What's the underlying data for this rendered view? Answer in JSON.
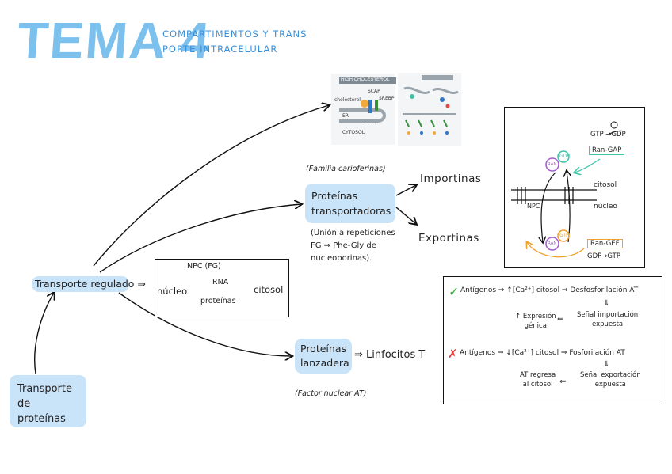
{
  "title": {
    "main": "TEMA 4",
    "subtitle": [
      "COMPARTIMENTOS Y TRANS",
      "PORTE INTRACELULAR"
    ]
  },
  "transporte_proteinas": "Transporte de\nproteínas",
  "transporte_regulado": "Transporte regulado ⇒",
  "npc_box": {
    "npc": "NPC (FG)",
    "nucleo": "núcleo",
    "rna": "RNA",
    "proteinas": "proteínas",
    "citosol": "citosol"
  },
  "familia": "(Familia carioferinas)",
  "proteinas_transportadoras": "Proteínas\ntransportadoras",
  "importinas": "Importinas",
  "exportinas": "Exportinas",
  "union_note": "(Unión a repeticiones\nFG ⇒ Phe-Gly de\nnucleoporinas).",
  "proteinas_lanzadera": "Proteínas\nlanzadera",
  "linfocitos": "⇒ Linfocitos T",
  "factor_note": "(Factor nuclear AT)",
  "cholesterol_fig": {
    "header": "HIGH CHOLESTEROL",
    "scap": "SCAP",
    "cholesterol": "cholesterol",
    "srebp": "SREBP",
    "er": "ER",
    "insig": "INSIG",
    "cytosol": "CYTOSOL"
  },
  "ran_cycle": {
    "gtp_gdp": "GTP →GDP",
    "ran_gap": "Ran-GAP",
    "gdp": "GDP",
    "gtp": "GTP",
    "ran": "RAN",
    "citosol": "citosol",
    "npc": "NPC",
    "nucleo": "núcleo",
    "ran_gef": "Ran-GEF",
    "gdp_gtp": "GDP→GTP"
  },
  "antigen_box": {
    "check": "✓",
    "cross": "✗",
    "row1": "Antígenos ⇒ ↑[Ca²⁺] citosol ⇒ Desfosforilación AT",
    "row1_step": "Señal importación\nexpuesta",
    "row1_result": "↑ Expresión\ngénica",
    "row2": "Antígenos ⇒ ↓[Ca²⁺] citosol ⇒ Fosforilación AT",
    "row2_step": "Señal exportación\nexpuesta",
    "row2_result": "AT regresa\nal citosol"
  },
  "colors": {
    "title": "#7cc0ee",
    "subtitle": "#3a8fd6",
    "highlight": "#c9e3f8",
    "check": "#35b536",
    "cross": "#e23b3b",
    "ran_purple": "#a85fd0",
    "ran_green": "#3fc4a8",
    "ran_orange": "#f0a030"
  }
}
